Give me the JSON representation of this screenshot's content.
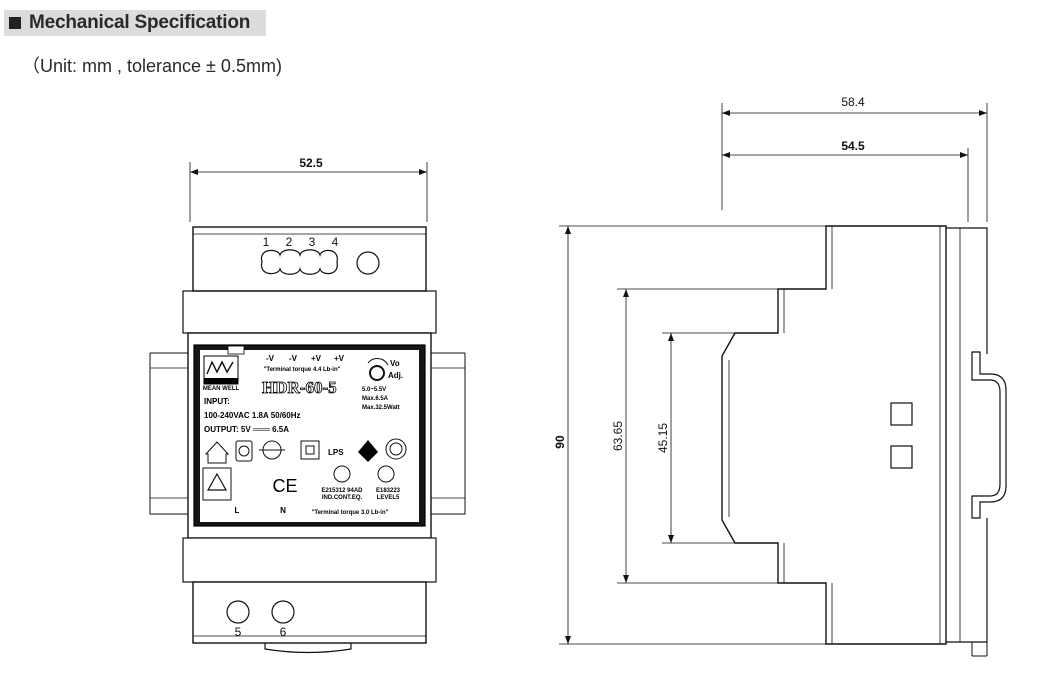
{
  "header": {
    "title": "Mechanical Specification"
  },
  "subtitle": "（Unit: mm , tolerance ± 0.5mm)",
  "front_view": {
    "width_dim": "52.5",
    "top_terminals": [
      "1",
      "2",
      "3",
      "4"
    ],
    "bottom_terminals": [
      "5",
      "6"
    ],
    "label": {
      "terminal_names": [
        "-V",
        "-V",
        "+V",
        "+V"
      ],
      "torque_top": "\"Terminal torque 4.4 Lb-in\"",
      "vo_adj_1": "Vo",
      "vo_adj_2": "Adj.",
      "model": "HDR-60-5",
      "brand": "MEAN WELL",
      "spec_range": "5.0~5.5V",
      "spec_max_a": "Max.6.5A",
      "spec_max_w": "Max.32.5Watt",
      "input_title": "INPUT:",
      "input_spec": "100-240VAC  1.8A  50/60Hz",
      "output_spec": "OUTPUT: 5V ═══ 6.5A",
      "lps": "LPS",
      "ce": "CE",
      "ul_file": "E215312  94AD",
      "ul_cont": "IND.CONT.EQ.",
      "ul_file2": "E183223",
      "ul_level": "LEVEL5",
      "l": "L",
      "n": "N",
      "torque_bottom": "\"Terminal torque 3.0 Lb-in\""
    }
  },
  "side_view": {
    "depth_total": "58.4",
    "depth_body": "54.5",
    "height": "90",
    "height_mid": "63.65",
    "height_inner": "45.15"
  }
}
